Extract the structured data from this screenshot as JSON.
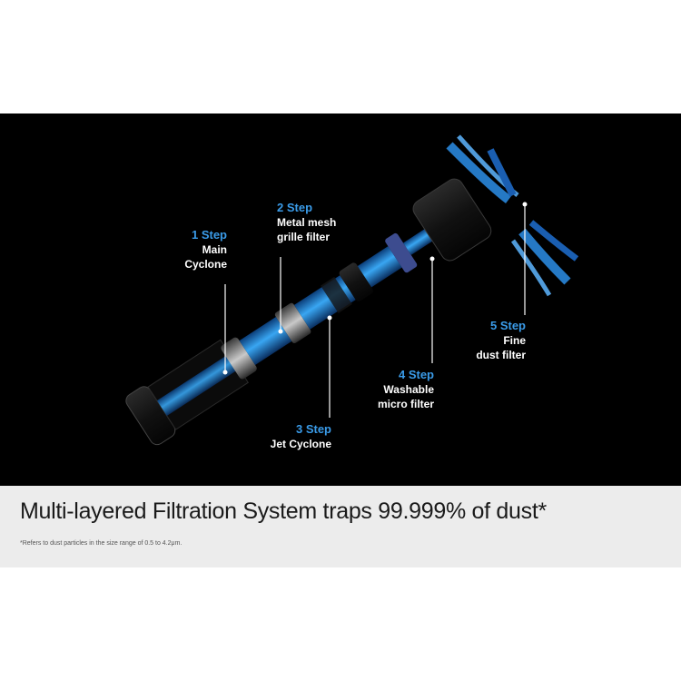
{
  "steps": [
    {
      "step": "1 Step",
      "line1": "Main",
      "line2": "Cyclone"
    },
    {
      "step": "2 Step",
      "line1": "Metal mesh",
      "line2": "grille filter"
    },
    {
      "step": "3 Step",
      "line1": "Jet Cyclone",
      "line2": ""
    },
    {
      "step": "4 Step",
      "line1": "Washable",
      "line2": "micro filter"
    },
    {
      "step": "5 Step",
      "line1": "Fine",
      "line2": "dust filter"
    }
  ],
  "headline": "Multi-layered Filtration System traps 99.999% of dust*",
  "footnote": "*Refers to dust particles in the size range of 0.5 to 4.2μm.",
  "colors": {
    "accent": "#3a9be8",
    "panel": "#000000",
    "band": "#ececec"
  }
}
